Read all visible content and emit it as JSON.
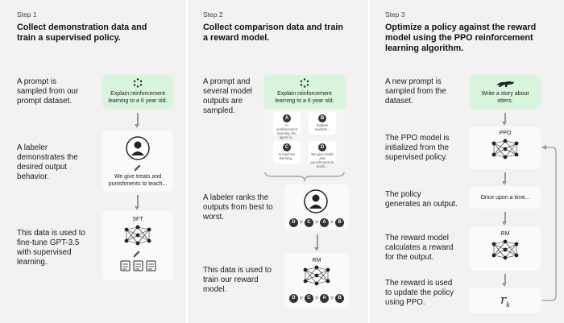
{
  "steps": [
    {
      "step": "Step 1",
      "title": "Collect demonstration data and train a supervised policy.",
      "desc": [
        "A prompt is sampled from our prompt dataset.",
        "A labeler demonstrates the desired output behavior.",
        "This data is used to fine-tune GPT-3.5 with supervised learning."
      ],
      "prompt_box": "Explain reinforcement learning to a 6 year old.",
      "labeler_box": "We give treats and punishments to teach...",
      "model_label": "SFT"
    },
    {
      "step": "Step 2",
      "title": "Collect comparison data and train a reward model.",
      "desc": [
        "A prompt and several model outputs are sampled.",
        "A labeler ranks the outputs from best to worst.",
        "This data is used to train our reward model."
      ],
      "prompt_box": "Explain reinforcement learning to a 6 year old.",
      "outputs": [
        {
          "badge": "A",
          "text": "In reinforcement learning, the agent is..."
        },
        {
          "badge": "B",
          "text": "Explain rewards..."
        },
        {
          "badge": "C",
          "text": "In machine learning..."
        },
        {
          "badge": "D",
          "text": "We give treats and punishments to teach..."
        }
      ],
      "ranking": [
        "D",
        "C",
        "A",
        "B"
      ],
      "ranking_sep": ">",
      "model_label": "RM"
    },
    {
      "step": "Step 3",
      "title": "Optimize a policy against the reward model using the PPO reinforcement learning algorithm.",
      "desc": [
        "A new prompt is sampled from the dataset.",
        "The PPO model is initialized from the supervised policy.",
        "The policy generates an output.",
        "The reward model calculates a reward for the output.",
        "The reward is used to update the policy using PPO."
      ],
      "prompt_box": "Write a story about otters.",
      "ppo_label": "PPO",
      "output_box": "Once upon a time...",
      "rm_label": "RM",
      "reward_main": "r",
      "reward_sub": "k"
    }
  ],
  "icons": {
    "recycle": "recycle-icon",
    "person": "person-icon",
    "pencil": "pencil-icon",
    "document": "document-icon",
    "network": "neural-network-icon",
    "otter": "otter-icon"
  },
  "colors": {
    "panel": "#f2f2f2",
    "prompt_green": "#d9f5dd",
    "box": "#fafafa",
    "arrow": "#999999",
    "dark": "#333333"
  }
}
